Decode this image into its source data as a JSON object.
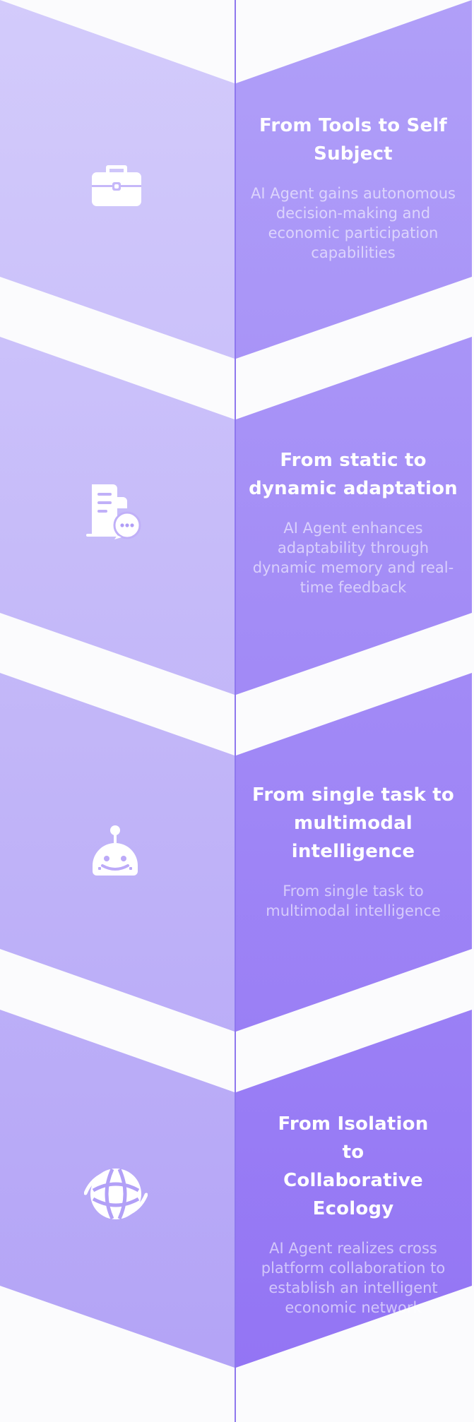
{
  "colors": {
    "background": "#fbfbfd",
    "left_panel_top": "#d2c9fb",
    "left_panel_bottom": "#b6a6f6",
    "right_panel_top": "#ad9bf7",
    "right_panel_bottom": "#9479f4",
    "center_line": "#8e77ee",
    "title_text": "#ffffff",
    "desc_text": "rgba(255,255,255,0.58)"
  },
  "steps": [
    {
      "icon": "briefcase-icon",
      "title": "From Tools to Self Subject",
      "description": "AI Agent gains autonomous decision-making and economic participation capabilities"
    },
    {
      "icon": "document-chat-icon",
      "title": "From static to dynamic adaptation",
      "description": "AI Agent enhances adaptability through dynamic memory and real-time feedback"
    },
    {
      "icon": "robot-icon",
      "title": "From single task to multimodal intelligence",
      "description": "From single task to multimodal intelligence"
    },
    {
      "icon": "globe-network-icon",
      "title": "From Isolation to Collaborative Ecology",
      "description": "AI Agent realizes cross platform collaboration to establish an intelligent economic network"
    }
  ]
}
